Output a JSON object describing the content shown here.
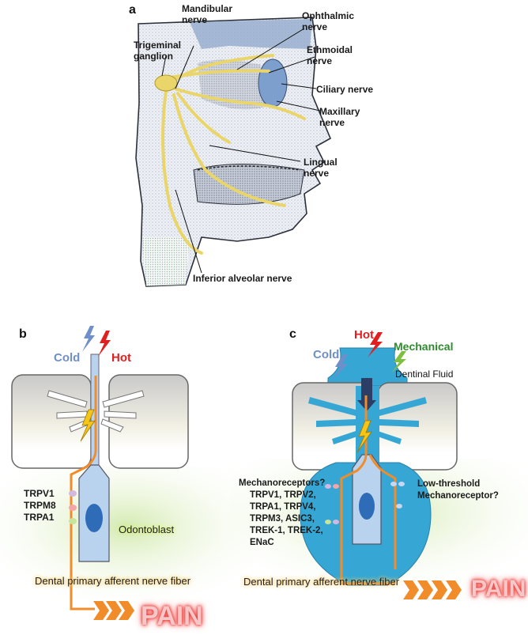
{
  "panel_a": {
    "letter": "a",
    "labels": {
      "mandibular": [
        "Mandibular",
        "nerve"
      ],
      "ophthalmic": [
        "Ophthalmic",
        "nerve"
      ],
      "ethmoidal": [
        "Ethmoidal",
        "nerve"
      ],
      "trigeminal": [
        "Trigeminal",
        "ganglion"
      ],
      "ciliary": "Ciliary nerve",
      "maxillary": [
        "Maxillary",
        "nerve"
      ],
      "lingual": [
        "Lingual",
        "nerve"
      ],
      "inferior_alveolar": "Inferior alveolar nerve"
    }
  },
  "panel_b": {
    "letter": "b",
    "cold": "Cold",
    "hot": "Hot",
    "channels": [
      "TRPV1",
      "TRPM8",
      "TRPA1"
    ],
    "odontoblast": "Odontoblast",
    "fiber": "Dental primary afferent nerve fiber",
    "pain": "PAIN"
  },
  "panel_c": {
    "letter": "c",
    "hot": "Hot",
    "cold": "Cold",
    "mechanical": "Mechanical",
    "fluid": "Dentinal Fluid",
    "mechanoreceptors": [
      "Mechanoreceptors?",
      "TRPV1, TRPV2,",
      "TRPA1, TRPV4,",
      "TRPM3, ASIC3,",
      "TREK-1, TREK-2,",
      "ENaC"
    ],
    "low_threshold": [
      "Low-threshold",
      "Mechanoreceptor?"
    ],
    "fiber": "Dental primary afferent nerve fiber",
    "pain": "PAIN"
  },
  "colors": {
    "nerve": "#e9d56a",
    "fiber": "#f08c2a",
    "cell": "#b9d3ef",
    "nucleus": "#2f6cb7",
    "fluid": "#36a7d4",
    "glow": "#cfe8a8"
  }
}
